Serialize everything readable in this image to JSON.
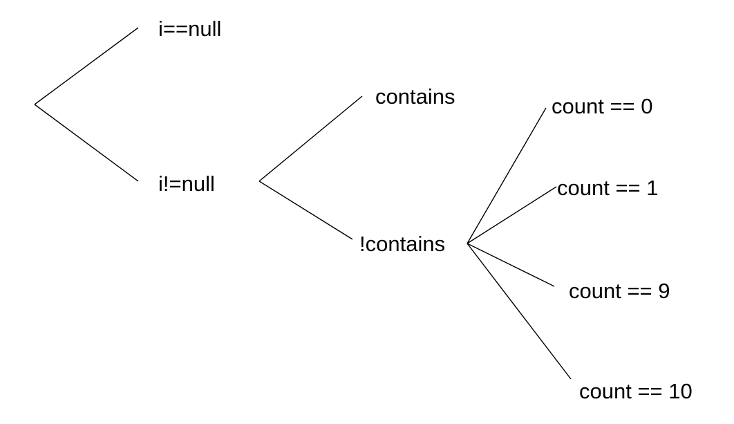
{
  "tree": {
    "root": {
      "label": "",
      "children": [
        {
          "label": "i==null",
          "children": []
        },
        {
          "label": "i!=null",
          "children": [
            {
              "label": "contains",
              "children": []
            },
            {
              "label": "!contains",
              "children": [
                {
                  "label": "count == 0",
                  "children": []
                },
                {
                  "label": "count == 1",
                  "children": []
                },
                {
                  "label": "count == 9",
                  "children": []
                },
                {
                  "label": "count == 10",
                  "children": []
                }
              ]
            }
          ]
        }
      ]
    }
  },
  "colors": {
    "line": "#000000",
    "text": "#000000",
    "background": "#ffffff"
  }
}
